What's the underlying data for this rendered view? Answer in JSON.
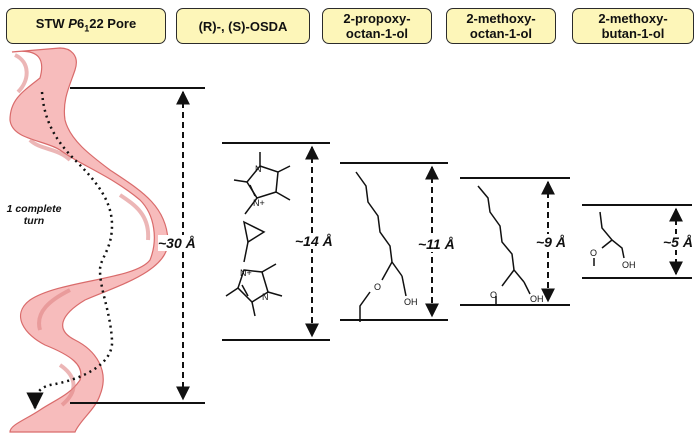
{
  "headers": {
    "pore": {
      "prefix": "STW ",
      "italic": "P",
      "mid": "6",
      "sub": "1",
      "tail": "22 Pore"
    },
    "osda": "(R)-, (S)-OSDA",
    "propoxyoctanol": "2-propoxy-octan-1-ol",
    "methoxyoctanol": "2-methoxy-octan-1-ol",
    "methoxybutanol": "2-methoxy-butan-1-ol"
  },
  "header_lines": {
    "propoxyoctanol": [
      "2-propoxy-",
      "octan-1-ol"
    ],
    "methoxyoctanol": [
      "2-methoxy-",
      "octan-1-ol"
    ],
    "methoxybutanol": [
      "2-methoxy-",
      "butan-1-ol"
    ]
  },
  "pore": {
    "turn_label_1": "1 complete",
    "turn_label_2": "turn",
    "length_label": "~30 Å"
  },
  "molecules": {
    "osda_length": "~14 Å",
    "propoxy_length": "~11 Å",
    "methoxyoctanol_length": "~9 Å",
    "methoxybutanol_length": "~5 Å"
  },
  "atom_labels": {
    "nitrogen": "N",
    "nitrogen_plus": "N+",
    "oxygen": "O",
    "hydroxyl": "OH"
  },
  "colors": {
    "header_fill": "#fdf6b9",
    "pore_fill": "#f4a6a6",
    "pore_edge": "#d96b6b"
  }
}
